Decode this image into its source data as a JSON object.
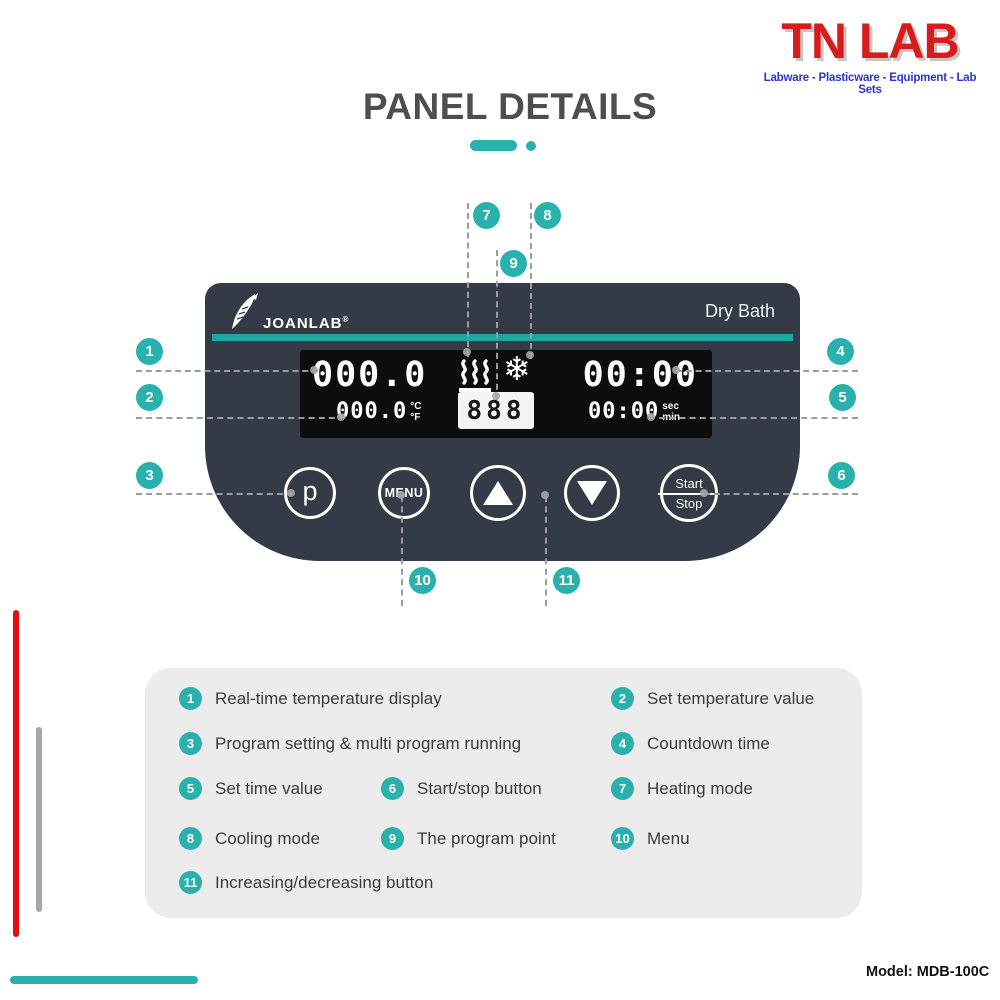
{
  "brand": {
    "logo_text": "TN LAB",
    "tagline": "Labware - Plasticware - Equipment - Lab Sets"
  },
  "title": "PANEL DETAILS",
  "panel": {
    "brand": "JOANLAB",
    "reg_mark": "®",
    "product": "Dry Bath",
    "display": {
      "temp_main": "000.0",
      "time_main": "00:00",
      "temp_set": "000.0",
      "unit_c": "°C",
      "unit_f": "°F",
      "program_point": "888",
      "time_set": "00:00",
      "unit_sec": "sec",
      "unit_min": "min",
      "cooling_glyph": "❄",
      "heating_icon": "steam-waves-icon",
      "cooling_icon": "snowflake-icon"
    },
    "buttons": {
      "p": "p",
      "menu": "MENU",
      "up": "up-arrow",
      "down": "down-arrow",
      "start": "Start",
      "stop": "Stop"
    }
  },
  "callouts": [
    "1",
    "2",
    "3",
    "4",
    "5",
    "6",
    "7",
    "8",
    "9",
    "10",
    "11"
  ],
  "legend": {
    "items": [
      {
        "num": "1",
        "label": "Real-time temperature display"
      },
      {
        "num": "2",
        "label": "Set temperature value"
      },
      {
        "num": "3",
        "label": "Program setting & multi program running"
      },
      {
        "num": "4",
        "label": "Countdown time"
      },
      {
        "num": "5",
        "label": "Set time value"
      },
      {
        "num": "6",
        "label": "Start/stop button"
      },
      {
        "num": "7",
        "label": "Heating mode"
      },
      {
        "num": "8",
        "label": "Cooling mode"
      },
      {
        "num": "9",
        "label": "The program point"
      },
      {
        "num": "10",
        "label": "Menu"
      },
      {
        "num": "11",
        "label": "Increasing/decreasing button"
      }
    ]
  },
  "model_label": "Model: MDB-100C",
  "colors": {
    "teal": "#2ab1ae",
    "panel_bg": "#343b46",
    "lcd_bg": "#0d0d0d",
    "brand_red": "#d81b1b",
    "brand_blue": "#2a35cc",
    "legend_bg": "#ececec"
  }
}
